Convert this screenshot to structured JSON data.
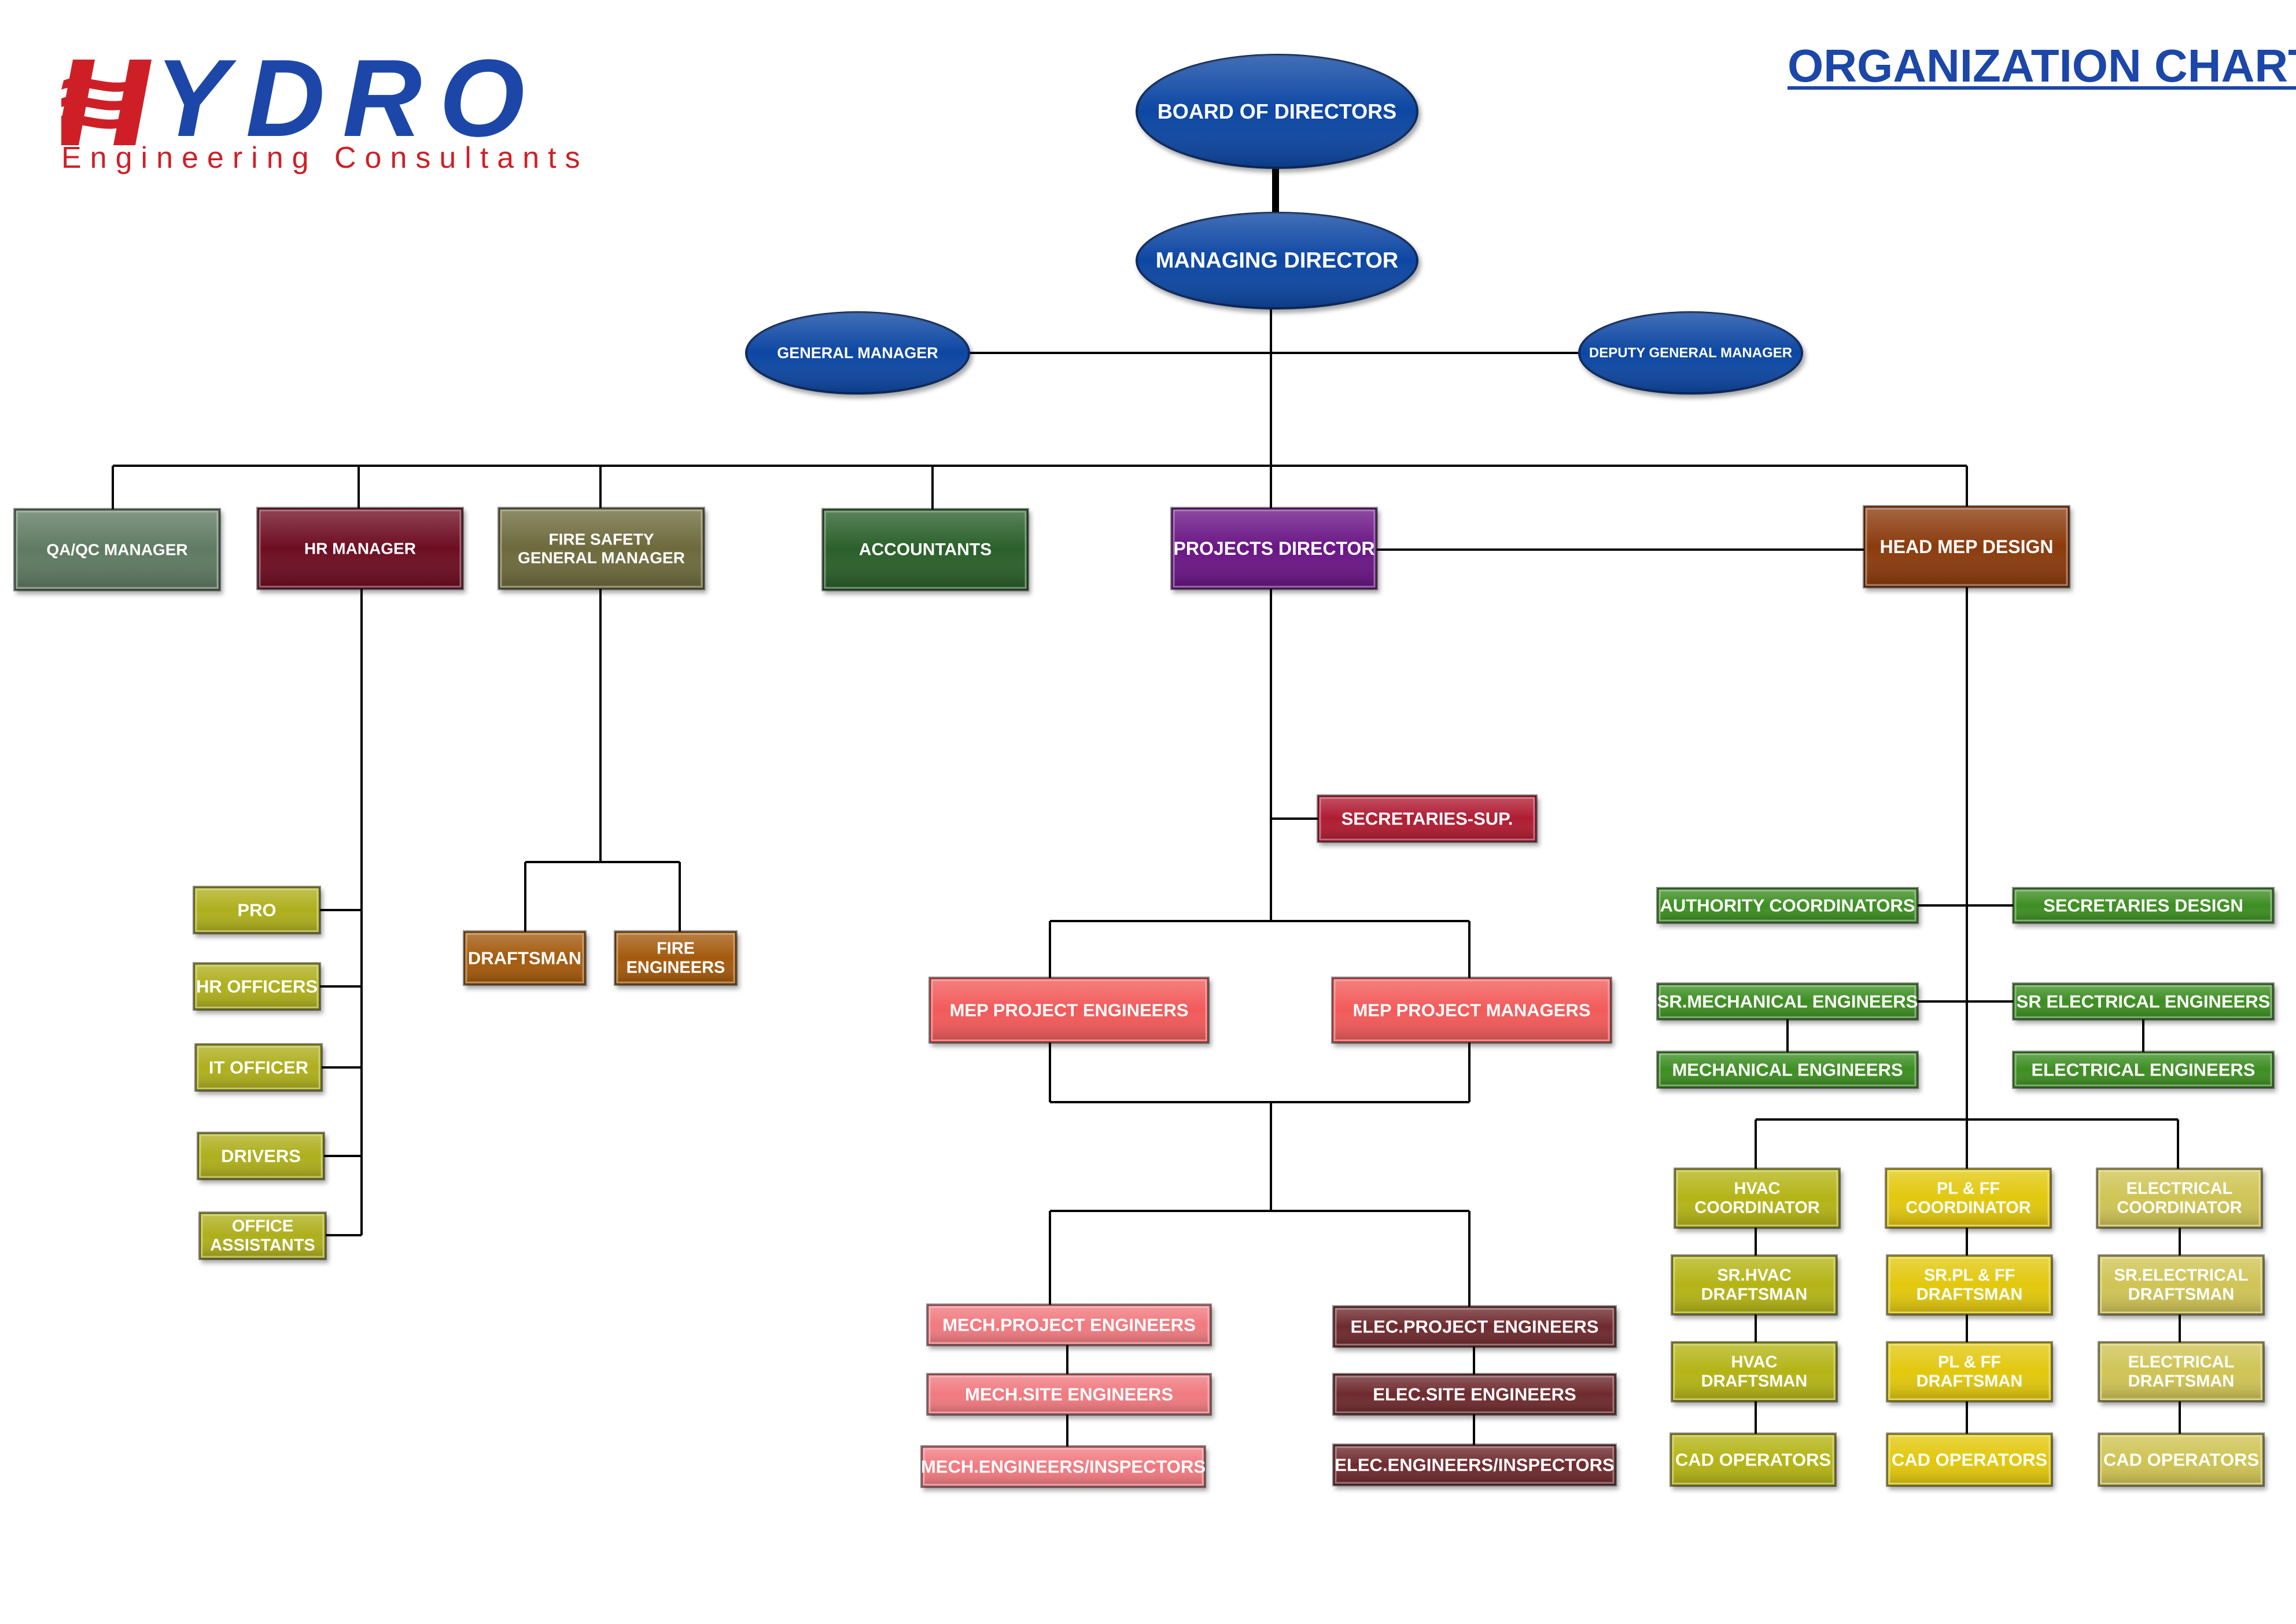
{
  "logo": {
    "word": "YDRO",
    "mark_icon": "h-wave-logo-mark",
    "subtitle": "Engineering Consultants",
    "colors": {
      "word": "#1c47a8",
      "mark": "#cf1f26",
      "subtitle": "#cf1f26"
    }
  },
  "title": "ORGANIZATION CHART",
  "colors": {
    "ellipse": "#0b47a3",
    "title": "#1c47a8",
    "connector": "#000000",
    "qaqc": "#5e7a62",
    "hr": "#6e0f24",
    "fire": "#6e6a3c",
    "accountants": "#2a5e2a",
    "projects": "#6b1585",
    "head_mep": "#8b3a0a",
    "olive": "#aeaf1a",
    "brown": "#a45a0c",
    "secretary": "#b01a30",
    "salmon": "#f25a5a",
    "pink": "#f07a80",
    "maroon": "#6e2a2e",
    "green": "#3e8e22",
    "hvac": "#b4b418",
    "plff": "#e2c80a",
    "elec": "#cfc454"
  },
  "nodes": [
    {
      "id": "board",
      "shape": "ellipse",
      "color": "ellipse",
      "lines": [
        "BOARD OF DIRECTORS"
      ]
    },
    {
      "id": "md",
      "shape": "ellipse",
      "color": "ellipse",
      "lines": [
        "MANAGING  DIRECTOR"
      ]
    },
    {
      "id": "gm",
      "shape": "ellipse",
      "color": "ellipse",
      "lines": [
        "GENERAL MANAGER"
      ]
    },
    {
      "id": "dgm",
      "shape": "ellipse",
      "color": "ellipse",
      "lines": [
        "DEPUTY GENERAL MANAGER"
      ]
    },
    {
      "id": "qaqc",
      "color": "qaqc",
      "lines": [
        "QA/QC MANAGER"
      ]
    },
    {
      "id": "hr",
      "color": "hr",
      "lines": [
        "HR MANAGER"
      ]
    },
    {
      "id": "fire",
      "color": "fire",
      "lines": [
        "FIRE SAFETY",
        "GENERAL MANAGER"
      ]
    },
    {
      "id": "acc",
      "color": "accountants",
      "lines": [
        "ACCOUNTANTS"
      ]
    },
    {
      "id": "pd",
      "color": "projects",
      "lines": [
        "PROJECTS DIRECTOR"
      ]
    },
    {
      "id": "head",
      "color": "head_mep",
      "lines": [
        "HEAD MEP DESIGN"
      ]
    },
    {
      "id": "pro",
      "color": "olive",
      "lines": [
        "PRO"
      ]
    },
    {
      "id": "hro",
      "color": "olive",
      "lines": [
        "HR OFFICERS"
      ]
    },
    {
      "id": "ito",
      "color": "olive",
      "lines": [
        "IT OFFICER"
      ]
    },
    {
      "id": "drv",
      "color": "olive",
      "lines": [
        "DRIVERS"
      ]
    },
    {
      "id": "oa",
      "color": "olive",
      "lines": [
        "OFFICE",
        "ASSISTANTS"
      ]
    },
    {
      "id": "dft",
      "color": "brown",
      "lines": [
        "DRAFTSMAN"
      ]
    },
    {
      "id": "fe",
      "color": "brown",
      "lines": [
        "FIRE",
        "ENGINEERS"
      ]
    },
    {
      "id": "sec",
      "color": "secretary",
      "lines": [
        "SECRETARIES-SUP."
      ]
    },
    {
      "id": "mpe",
      "color": "salmon",
      "lines": [
        "MEP PROJECT ENGINEERS"
      ]
    },
    {
      "id": "mpm",
      "color": "salmon",
      "lines": [
        "MEP PROJECT MANAGERS"
      ]
    },
    {
      "id": "mech1",
      "color": "pink",
      "lines": [
        "MECH.PROJECT ENGINEERS"
      ]
    },
    {
      "id": "mech2",
      "color": "pink",
      "lines": [
        "MECH.SITE ENGINEERS"
      ]
    },
    {
      "id": "mech3",
      "color": "pink",
      "lines": [
        "MECH.ENGINEERS/INSPECTORS"
      ]
    },
    {
      "id": "elec1",
      "color": "maroon",
      "lines": [
        "ELEC.PROJECT ENGINEERS"
      ]
    },
    {
      "id": "elec2",
      "color": "maroon",
      "lines": [
        "ELEC.SITE ENGINEERS"
      ]
    },
    {
      "id": "elec3",
      "color": "maroon",
      "lines": [
        "ELEC.ENGINEERS/INSPECTORS"
      ]
    },
    {
      "id": "auth",
      "color": "green",
      "lines": [
        "AUTHORITY COORDINATORS"
      ]
    },
    {
      "id": "secd",
      "color": "green",
      "lines": [
        "SECRETARIES DESIGN"
      ]
    },
    {
      "id": "srm",
      "color": "green",
      "lines": [
        "SR.MECHANICAL ENGINEERS"
      ]
    },
    {
      "id": "sre",
      "color": "green",
      "lines": [
        "SR ELECTRICAL ENGINEERS"
      ]
    },
    {
      "id": "me",
      "color": "green",
      "lines": [
        "MECHANICAL ENGINEERS"
      ]
    },
    {
      "id": "ee",
      "color": "green",
      "lines": [
        "ELECTRICAL ENGINEERS"
      ]
    },
    {
      "id": "hv1",
      "color": "hvac",
      "lines": [
        "HVAC",
        "COORDINATOR"
      ]
    },
    {
      "id": "hv2",
      "color": "hvac",
      "lines": [
        "SR.HVAC",
        "DRAFTSMAN"
      ]
    },
    {
      "id": "hv3",
      "color": "hvac",
      "lines": [
        "HVAC",
        "DRAFTSMAN"
      ]
    },
    {
      "id": "hv4",
      "color": "hvac",
      "lines": [
        "CAD OPERATORS"
      ]
    },
    {
      "id": "pl1",
      "color": "plff",
      "lines": [
        "PL & FF",
        "COORDINATOR"
      ]
    },
    {
      "id": "pl2",
      "color": "plff",
      "lines": [
        "SR.PL & FF",
        "DRAFTSMAN"
      ]
    },
    {
      "id": "pl3",
      "color": "plff",
      "lines": [
        "PL & FF",
        "DRAFTSMAN"
      ]
    },
    {
      "id": "pl4",
      "color": "plff",
      "lines": [
        "CAD OPERATORS"
      ]
    },
    {
      "id": "el1",
      "color": "elec",
      "lines": [
        "ELECTRICAL",
        "COORDINATOR"
      ]
    },
    {
      "id": "el2",
      "color": "elec",
      "lines": [
        "SR.ELECTRICAL",
        "DRAFTSMAN"
      ]
    },
    {
      "id": "el3",
      "color": "elec",
      "lines": [
        "ELECTRICAL",
        "DRAFTSMAN"
      ]
    },
    {
      "id": "el4",
      "color": "elec",
      "lines": [
        "CAD OPERATORS"
      ]
    }
  ]
}
